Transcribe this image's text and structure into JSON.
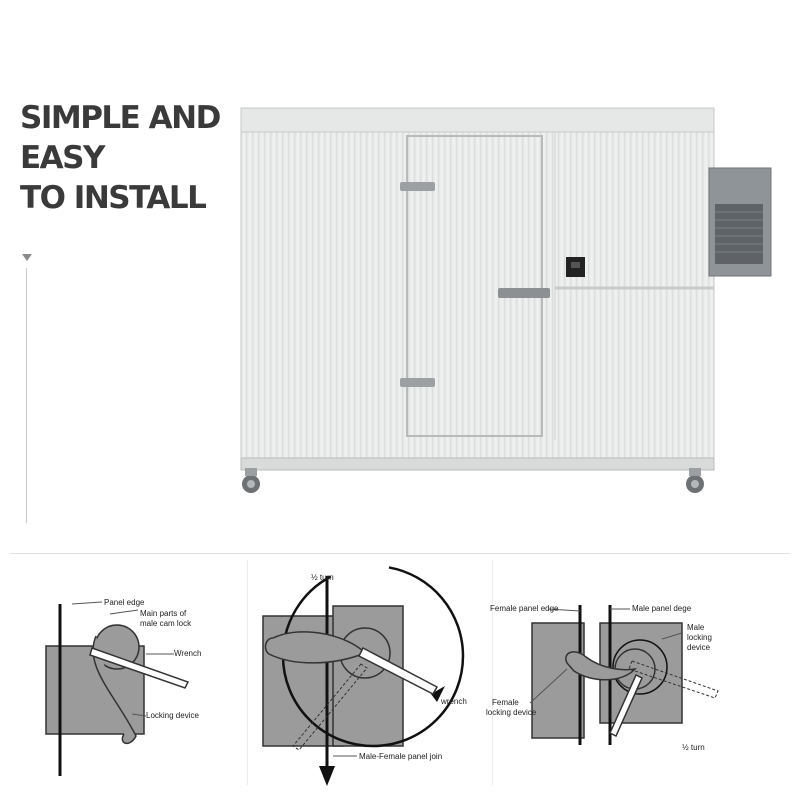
{
  "headline": {
    "line1": "SIMPLE AND",
    "line2": "EASY",
    "line3": "TO INSTALL"
  },
  "icons": {
    "arrow": "arrow-down-icon",
    "product": "cold-room-icon"
  },
  "colors": {
    "text": "#3a3a3a",
    "panel": "#e9eaea",
    "diagram_fill": "#999999"
  },
  "diagrams": {
    "d1": {
      "panel_edge": "Panel edge",
      "main_parts_1": "Main parts of",
      "main_parts_2": "male cam lock",
      "wrench": "Wrench",
      "locking_device": "Locking device"
    },
    "d2": {
      "turn": "½ turn",
      "wrench": "wrench",
      "panel_join": "Male-Female panel join"
    },
    "d3": {
      "female_edge": "Female panel edge",
      "male_edge": "Male panel dege",
      "male_lock_1": "Male",
      "male_lock_2": "locking",
      "male_lock_3": "device",
      "female_lock_1": "Female",
      "female_lock_2": "locking device",
      "turn": "½ turn"
    }
  }
}
